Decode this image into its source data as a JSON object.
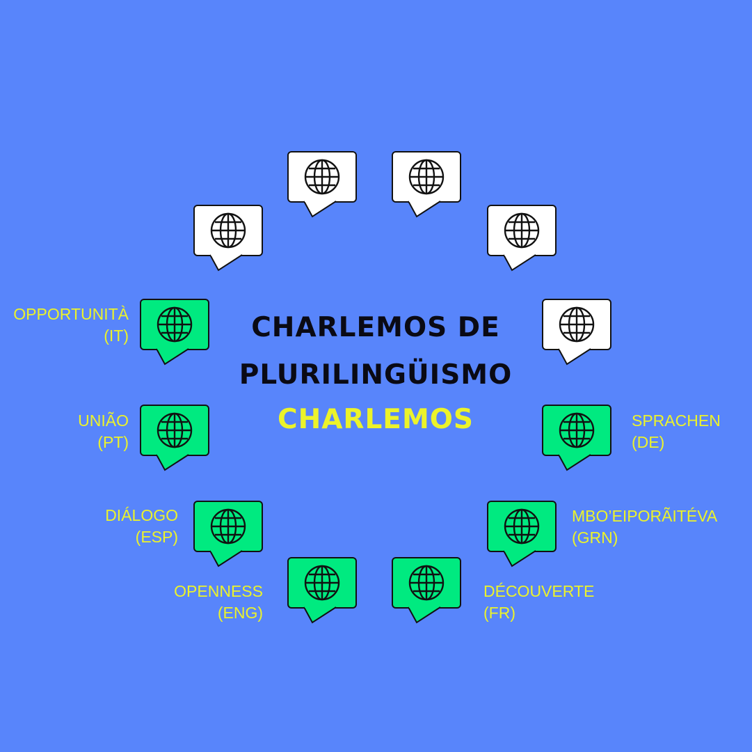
{
  "colors": {
    "background": "#5885fb",
    "green_bubble": "#00ea80",
    "white_bubble": "#ffffff",
    "label_yellow": "#ecf32a",
    "title_dark": "#0a0a14"
  },
  "title": {
    "line1": "CHARLEMOS DE",
    "line2": "PLURILINGÜISMO",
    "line3": "CHARLEMOS"
  },
  "bubbles": [
    {
      "icon": "globe-icon",
      "style": "white"
    },
    {
      "icon": "globe-icon",
      "style": "white"
    },
    {
      "icon": "globe-icon",
      "style": "white"
    },
    {
      "icon": "globe-icon",
      "style": "white"
    },
    {
      "icon": "globe-icon",
      "style": "white"
    },
    {
      "icon": "globe-icon",
      "style": "green"
    },
    {
      "icon": "globe-icon",
      "style": "green"
    },
    {
      "icon": "globe-icon",
      "style": "green"
    },
    {
      "icon": "globe-icon",
      "style": "green"
    },
    {
      "icon": "globe-icon",
      "style": "green"
    },
    {
      "icon": "globe-icon",
      "style": "green"
    },
    {
      "icon": "globe-icon",
      "style": "green"
    }
  ],
  "labels": {
    "it": {
      "word": "OPPORTUNITÀ",
      "code": "(IT)"
    },
    "pt": {
      "word": "UNIÃO",
      "code": "(PT)"
    },
    "esp": {
      "word": "DIÁLOGO",
      "code": "(ESP)"
    },
    "eng": {
      "word": "OPENNESS",
      "code": "(ENG)"
    },
    "fr": {
      "word": "DÉCOUVERTE",
      "code": "(FR)"
    },
    "grn": {
      "word": "MBO’EIPORÃITÉVA",
      "code": "(GRN)"
    },
    "de": {
      "word": "SPRACHEN",
      "code": "(DE)"
    }
  }
}
